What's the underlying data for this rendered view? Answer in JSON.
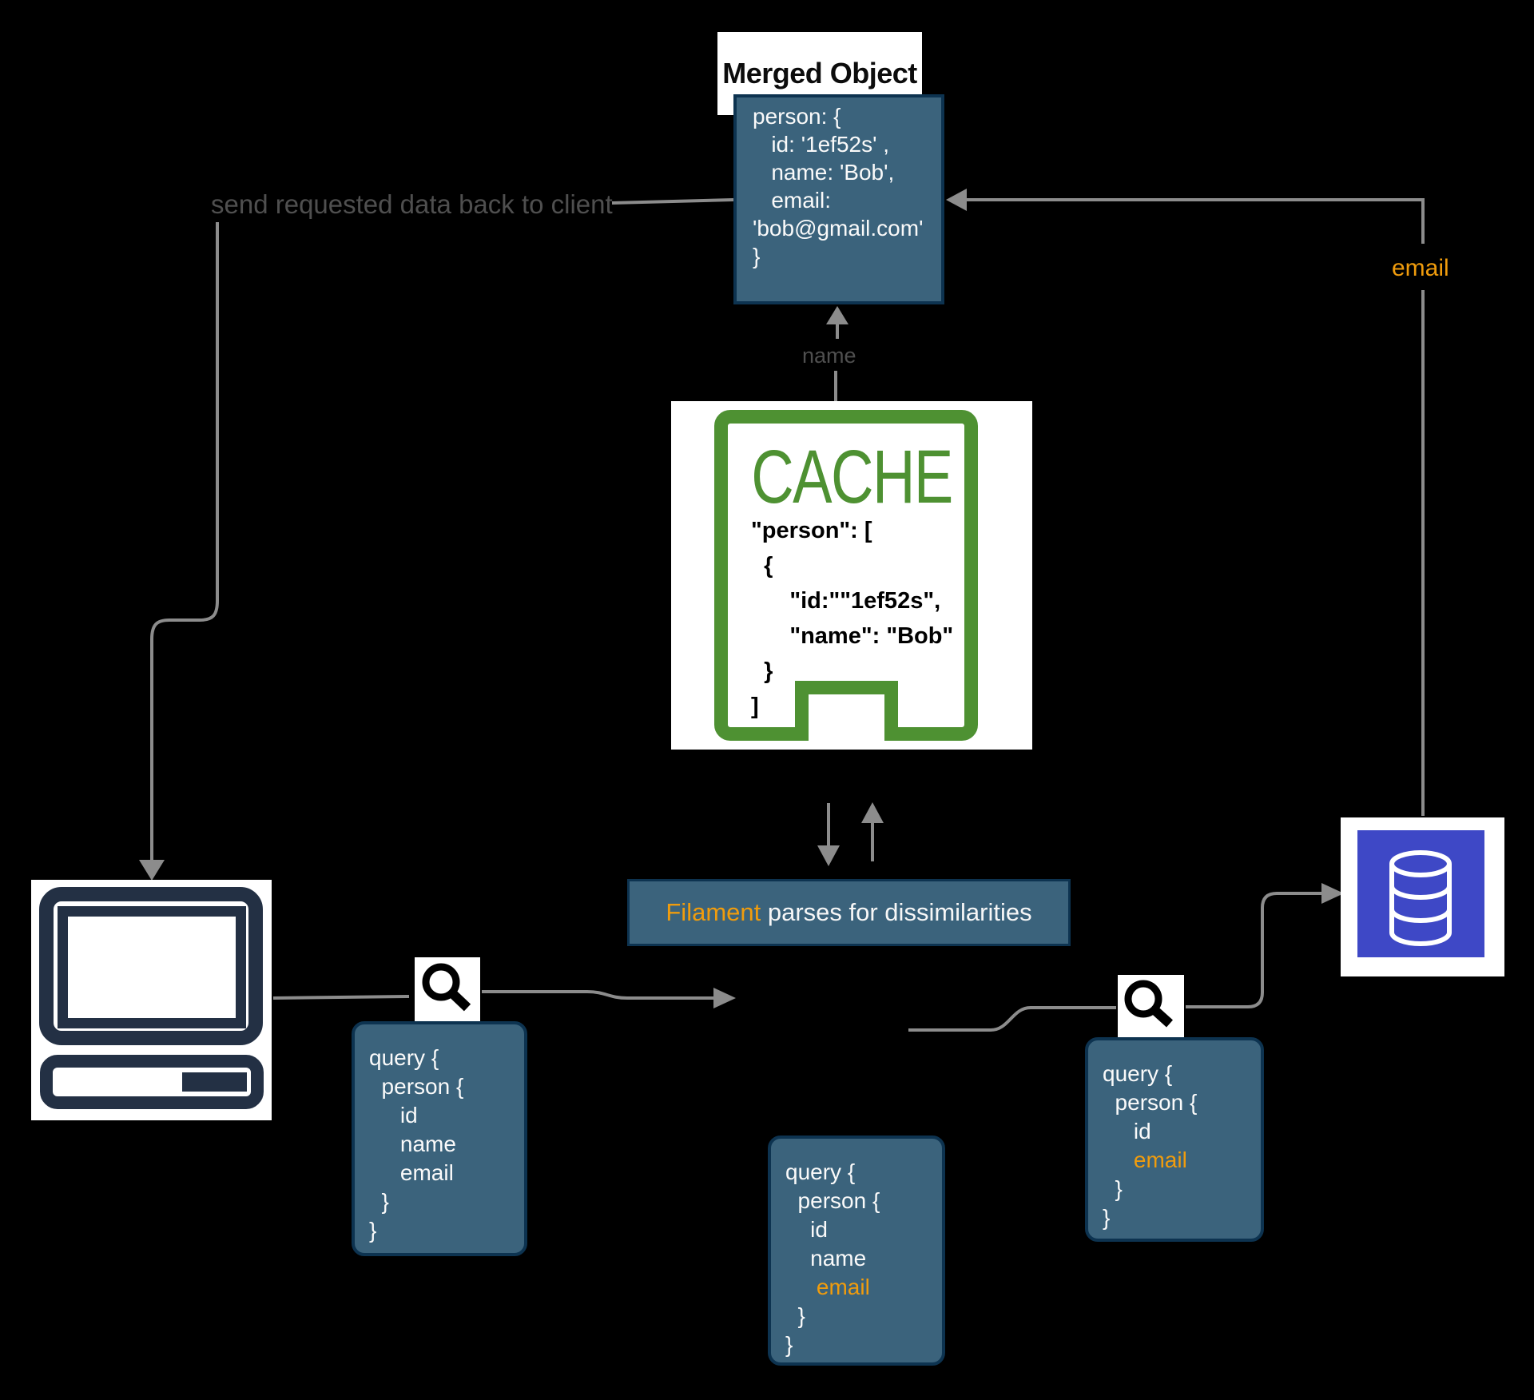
{
  "colors": {
    "background": "#000000",
    "box_fill": "#3b637c",
    "box_border": "#0d3350",
    "green": "#4e9132",
    "orange": "#f09c0d",
    "indigo": "#3e48c6",
    "computer_navy": "#233044",
    "wire_gray": "#8c8c8c",
    "label_gray": "#4f4f4f"
  },
  "merged": {
    "title": "Merged Object",
    "code": [
      {
        "t": "person: {"
      },
      {
        "t": "   id: '1ef52s' ,"
      },
      {
        "t": "   name: 'Bob',"
      },
      {
        "t": "   email:"
      },
      {
        "t": "'bob@gmail.com'"
      },
      {
        "t": "}"
      }
    ]
  },
  "labels": {
    "send": "send requested data back to client",
    "name": "name",
    "email": "email"
  },
  "cache": {
    "title": "CACHE",
    "code": [
      {
        "t": "\"person\": ["
      },
      {
        "t": "  {"
      },
      {
        "t": "      \"id:\"\"1ef52s\","
      },
      {
        "t": "      \"name\": \"Bob\""
      },
      {
        "t": "  }"
      },
      {
        "t": "]"
      }
    ]
  },
  "filament": {
    "brand": "Filament",
    "rest": " parses for dissimilarities"
  },
  "queries": {
    "client": {
      "lines": [
        {
          "t": "query {"
        },
        {
          "t": "  person {"
        },
        {
          "t": "     id"
        },
        {
          "t": "     name"
        },
        {
          "t": "     email"
        },
        {
          "t": "  }"
        },
        {
          "t": "}"
        }
      ]
    },
    "cached": {
      "lines": [
        {
          "t": "query {"
        },
        {
          "t": "  person {"
        },
        {
          "t": "    id"
        },
        {
          "t": "    name"
        },
        {
          "t": "     email",
          "hl": true
        },
        {
          "t": "  }"
        },
        {
          "t": "}"
        }
      ]
    },
    "db": {
      "lines": [
        {
          "t": "query {"
        },
        {
          "t": "  person {"
        },
        {
          "t": "     id"
        },
        {
          "t": "     email",
          "hl": true
        },
        {
          "t": "  }"
        },
        {
          "t": "}"
        }
      ]
    }
  },
  "icons": {
    "cache": "cache-door-icon",
    "computer": "computer-icon",
    "magnifier": "magnifier-icon",
    "database": "database-icon"
  }
}
